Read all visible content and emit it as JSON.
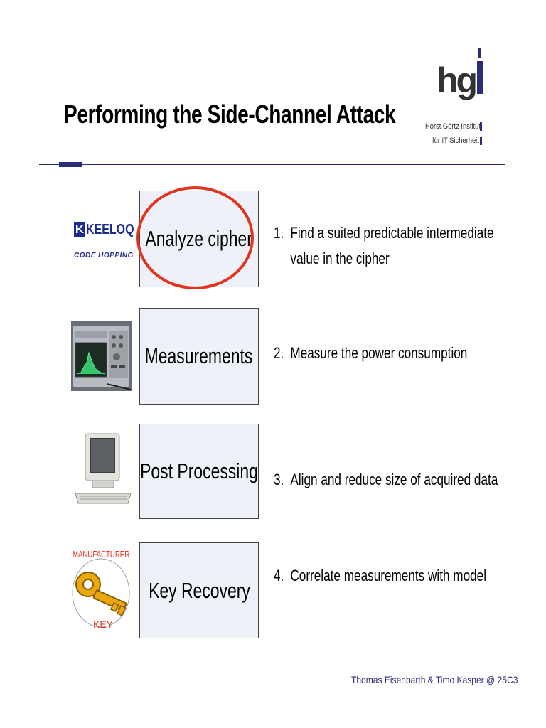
{
  "slide": {
    "title": "Performing the Side-Channel Attack",
    "footer": "Thomas Eisenbarth & Timo Kasper @ 25C3"
  },
  "logo": {
    "letters": "hg",
    "line1": "Horst Görtz Institut",
    "line2": "für IT Sicherheit",
    "color": "#2b2d7a"
  },
  "keeloq": {
    "mark": "K",
    "name": "KEELOQ",
    "tagline": "CODE HOPPING"
  },
  "key_graphic": {
    "top_label": "MANUFACTURER",
    "bottom_label": "KEY"
  },
  "flow": [
    {
      "box": "Analyze cipher",
      "num": "1.",
      "line1": "Find a suited predictable intermediate",
      "line2": "value in the cipher",
      "highlighted": true
    },
    {
      "box": "Measurements",
      "num": "2.",
      "line1": "Measure the power consumption",
      "line2": ""
    },
    {
      "box": "Post Processing",
      "num": "3.",
      "line1": "Align and reduce size of acquired data",
      "line2": ""
    },
    {
      "box": "Key Recovery",
      "num": "4.",
      "line1": "Correlate measurements with model",
      "line2": ""
    }
  ],
  "colors": {
    "accent": "#2b2d7a",
    "highlight": "#e2341f",
    "box_fill": "#eef1f8"
  }
}
